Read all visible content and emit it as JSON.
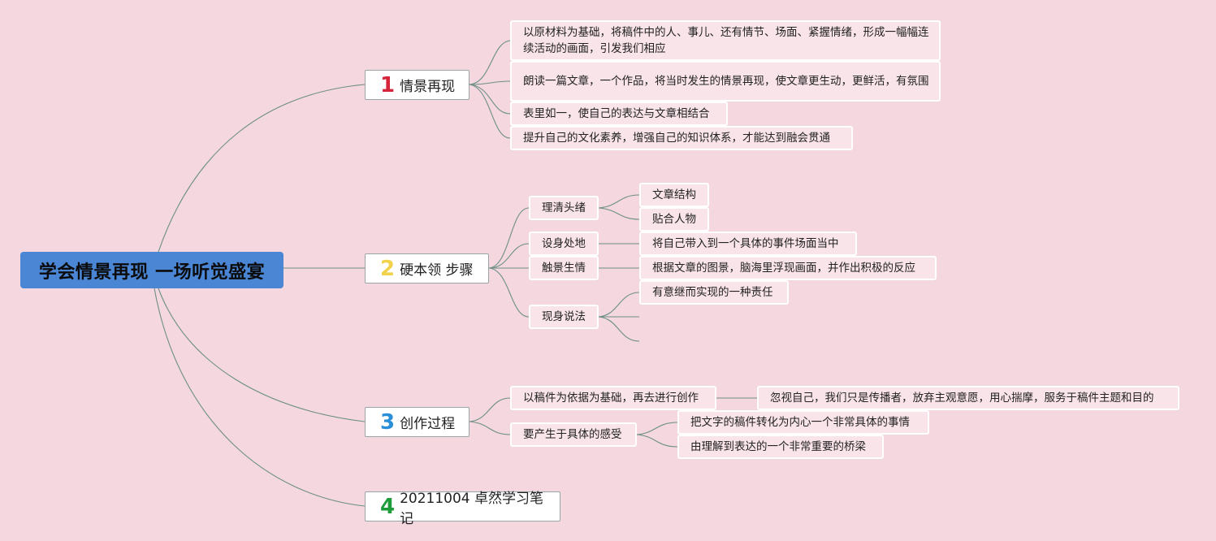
{
  "root": {
    "title": "学会情景再现 一场听觉盛宴"
  },
  "branches": [
    {
      "num": "1",
      "num_color": "#d6243a",
      "label": "情景再现"
    },
    {
      "num": "2",
      "num_color": "#f2d24b",
      "label": "硬本领 步骤"
    },
    {
      "num": "3",
      "num_color": "#2a8fd8",
      "label": "创作过程"
    },
    {
      "num": "4",
      "num_color": "#1e9b3a",
      "label": "20211004 卓然学习笔记"
    }
  ],
  "b1_items": [
    "以原材料为基础，将稿件中的人、事儿、还有情节、场面、紧握情绪，形成一幅幅连续活动的画面，引发我们相应",
    "朗读一篇文章，一个作品，将当时发生的情景再现，使文章更生动，更鲜活，有氛围",
    "表里如一，使自己的表达与文章相结合",
    "提升自己的文化素养，增强自己的知识体系，才能达到融会贯通"
  ],
  "b2_items": [
    {
      "label": "理清头绪",
      "children": [
        "文章结构",
        "贴合人物"
      ]
    },
    {
      "label": "设身处地",
      "children": [
        "将自己带入到一个具体的事件场面当中"
      ]
    },
    {
      "label": "触景生情",
      "children": [
        "根据文章的图景，脑海里浮现画面，并作出积极的反应"
      ]
    },
    {
      "label": "现身说法",
      "children": [
        "有意继而实现的一种责任"
      ]
    }
  ],
  "b3_items": [
    {
      "label": "以稿件为依据为基础，再去进行创作",
      "children": [
        "忽视自己，我们只是传播者，放弃主观意愿，用心揣摩，服务于稿件主题和目的"
      ]
    },
    {
      "label": "要产生于具体的感受",
      "children": [
        "把文字的稿件转化为内心一个非常具体的事情",
        "由理解到表达的一个非常重要的桥梁"
      ]
    }
  ],
  "colors": {
    "background": "#f4d7df",
    "root_fill": "#4a86d4",
    "connector": "#6d8f86"
  }
}
